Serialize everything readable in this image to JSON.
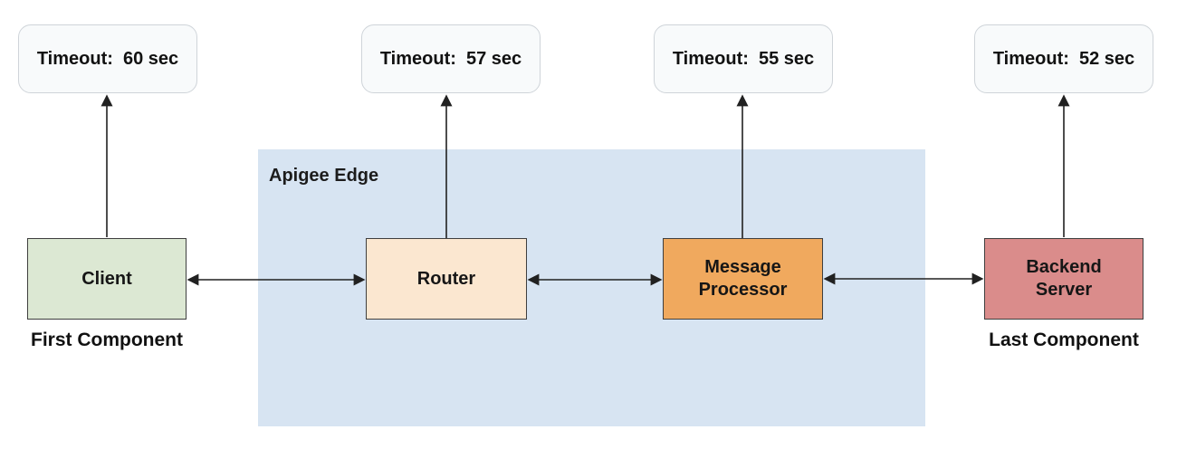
{
  "diagram": {
    "region_label": "Apigee Edge",
    "timeouts": [
      {
        "label": "Timeout:  60 sec"
      },
      {
        "label": "Timeout:  57 sec"
      },
      {
        "label": "Timeout:  55 sec"
      },
      {
        "label": "Timeout:  52 sec"
      }
    ],
    "components": [
      {
        "label": "Client",
        "caption": "First Component"
      },
      {
        "label": "Router"
      },
      {
        "label": "Message Processor"
      },
      {
        "label": "Backend Server",
        "caption": "Last Component"
      }
    ],
    "colors": {
      "region_background": "#d7e4f2",
      "timeout_background": "#f8fafb",
      "timeout_border": "#cfd4d9",
      "client_background": "#dce8d3",
      "router_background": "#fbe7d0",
      "message_processor_background": "#f0a95e",
      "backend_server_background": "#da8c8b",
      "box_border": "#3f3f3f",
      "arrow": "#212121",
      "text": "#111111"
    }
  }
}
